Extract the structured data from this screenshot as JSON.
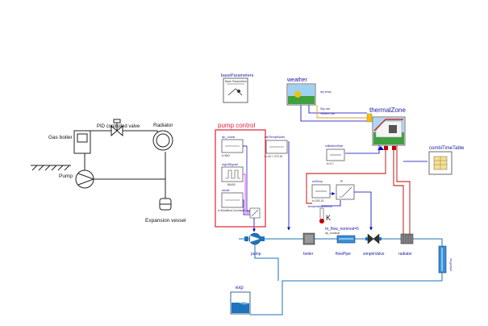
{
  "schematic": {
    "gas_boiler_label": "Gas boiler",
    "pid_valve_label": "PID controlled valve",
    "radiator_label": "Radiator",
    "pump_label": "Pump",
    "expansion_vessel_label": "Expansion vessel"
  },
  "model": {
    "base_parameters": {
      "name": "baseParameters",
      "inner_label": "Base Parameters"
    },
    "weather": {
      "name": "weather",
      "dry_temp": "dry temp",
      "sky_rad": "Sky rad",
      "terrest_rad": "Terrest. rad"
    },
    "thermal_zone": {
      "name": "thermalZone"
    },
    "combi_time_table": {
      "name": "combiTimeTable"
    },
    "pump_control": {
      "title": "pump control",
      "dp_const": {
        "name": "dp_const",
        "value": "k=5e0"
      },
      "night_signal": {
        "name": "nightSignal",
        "value": "86400"
      },
      "small": {
        "name": "small",
        "value": "k=Modelica.Constants.small"
      }
    },
    "set_temp_boiler": {
      "name": "setTempBoiler",
      "value": "k=40 + 273.15"
    },
    "infiltration_rate": {
      "name": "infiltrationRate",
      "value": "k=0.7"
    },
    "set_temp": {
      "name": "setTemp",
      "value": "k=293.15"
    },
    "pi": {
      "name": "PI"
    },
    "temperature_sensor": {
      "name": "temperatureSensor",
      "unit": "K"
    },
    "flow_label": "m_flow_nominal=5",
    "dp_label": "dp_nominal",
    "components": {
      "pump": "pump",
      "boiler": "boiler",
      "flow_pipe": "flowPipe",
      "simple_valve": "simpleValve",
      "radiator": "radiator",
      "exp": "exp",
      "return_pipe": "returnPipe"
    }
  },
  "colors": {
    "fluid_line": "#1e73be",
    "signal_line": "#0000c0",
    "heat_line": "#c00000",
    "pump_control_border": "#e0203a",
    "schematic_line": "#222222"
  }
}
